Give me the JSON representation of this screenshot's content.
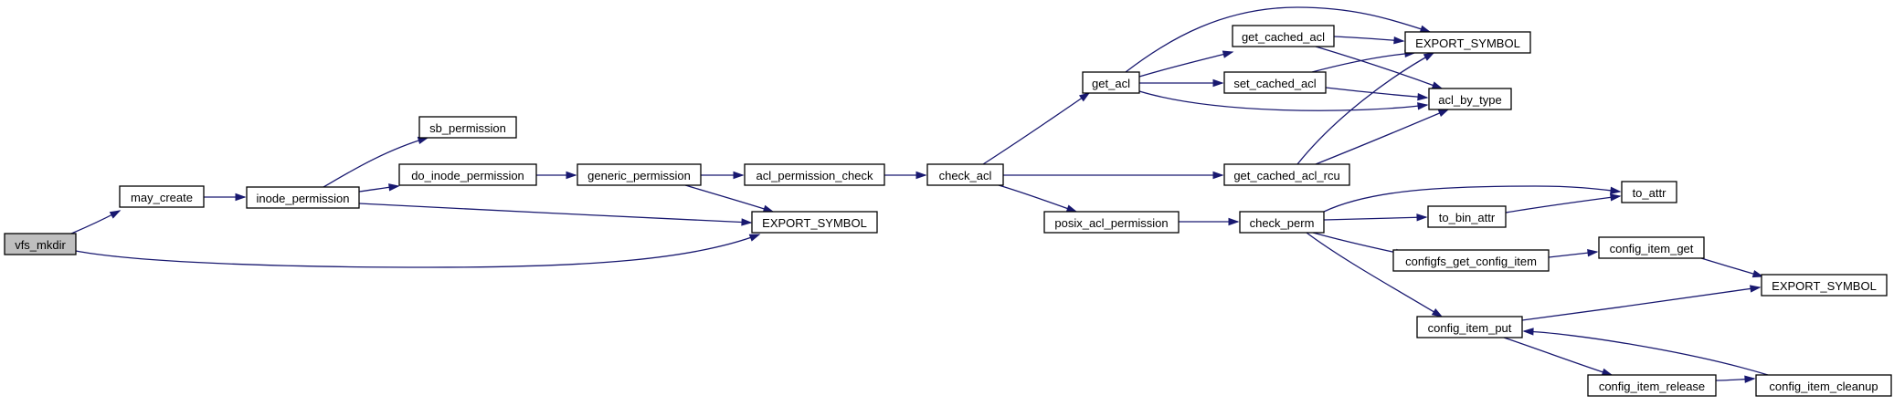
{
  "graph": {
    "nodes": [
      {
        "id": "vfs_mkdir",
        "label": "vfs_mkdir",
        "root": true
      },
      {
        "id": "may_create",
        "label": "may_create"
      },
      {
        "id": "inode_permission",
        "label": "inode_permission"
      },
      {
        "id": "sb_permission",
        "label": "sb_permission"
      },
      {
        "id": "do_inode_permission",
        "label": "do_inode_permission"
      },
      {
        "id": "generic_permission",
        "label": "generic_permission"
      },
      {
        "id": "acl_permission_check",
        "label": "acl_permission_check"
      },
      {
        "id": "export_symbol_1",
        "label": "EXPORT_SYMBOL"
      },
      {
        "id": "check_acl",
        "label": "check_acl"
      },
      {
        "id": "get_acl",
        "label": "get_acl"
      },
      {
        "id": "posix_acl_permission",
        "label": "posix_acl_permission"
      },
      {
        "id": "get_cached_acl",
        "label": "get_cached_acl"
      },
      {
        "id": "set_cached_acl",
        "label": "set_cached_acl"
      },
      {
        "id": "get_cached_acl_rcu",
        "label": "get_cached_acl_rcu"
      },
      {
        "id": "check_perm",
        "label": "check_perm"
      },
      {
        "id": "export_symbol_2",
        "label": "EXPORT_SYMBOL"
      },
      {
        "id": "acl_by_type",
        "label": "acl_by_type"
      },
      {
        "id": "to_attr",
        "label": "to_attr"
      },
      {
        "id": "to_bin_attr",
        "label": "to_bin_attr"
      },
      {
        "id": "configfs_get_config_item",
        "label": "configfs_get_config_item"
      },
      {
        "id": "config_item_get",
        "label": "config_item_get"
      },
      {
        "id": "config_item_put",
        "label": "config_item_put"
      },
      {
        "id": "export_symbol_3",
        "label": "EXPORT_SYMBOL"
      },
      {
        "id": "config_item_cleanup",
        "label": "config_item_cleanup"
      },
      {
        "id": "config_item_release",
        "label": "config_item_release"
      }
    ],
    "edges": [
      {
        "from": "vfs_mkdir",
        "to": "may_create"
      },
      {
        "from": "vfs_mkdir",
        "to": "export_symbol_1"
      },
      {
        "from": "may_create",
        "to": "inode_permission"
      },
      {
        "from": "inode_permission",
        "to": "sb_permission"
      },
      {
        "from": "inode_permission",
        "to": "do_inode_permission"
      },
      {
        "from": "inode_permission",
        "to": "export_symbol_1"
      },
      {
        "from": "do_inode_permission",
        "to": "generic_permission"
      },
      {
        "from": "generic_permission",
        "to": "acl_permission_check"
      },
      {
        "from": "generic_permission",
        "to": "export_symbol_1"
      },
      {
        "from": "acl_permission_check",
        "to": "check_acl"
      },
      {
        "from": "check_acl",
        "to": "get_acl"
      },
      {
        "from": "check_acl",
        "to": "get_cached_acl_rcu"
      },
      {
        "from": "check_acl",
        "to": "posix_acl_permission"
      },
      {
        "from": "get_acl",
        "to": "get_cached_acl"
      },
      {
        "from": "get_acl",
        "to": "export_symbol_2"
      },
      {
        "from": "get_acl",
        "to": "set_cached_acl"
      },
      {
        "from": "get_acl",
        "to": "acl_by_type"
      },
      {
        "from": "get_cached_acl",
        "to": "export_symbol_2"
      },
      {
        "from": "get_cached_acl",
        "to": "acl_by_type"
      },
      {
        "from": "set_cached_acl",
        "to": "export_symbol_2"
      },
      {
        "from": "set_cached_acl",
        "to": "acl_by_type"
      },
      {
        "from": "get_cached_acl_rcu",
        "to": "export_symbol_2"
      },
      {
        "from": "get_cached_acl_rcu",
        "to": "acl_by_type"
      },
      {
        "from": "posix_acl_permission",
        "to": "check_perm"
      },
      {
        "from": "check_perm",
        "to": "to_attr"
      },
      {
        "from": "check_perm",
        "to": "to_bin_attr"
      },
      {
        "from": "check_perm",
        "to": "configfs_get_config_item"
      },
      {
        "from": "check_perm",
        "to": "config_item_put"
      },
      {
        "from": "to_bin_attr",
        "to": "to_attr"
      },
      {
        "from": "configfs_get_config_item",
        "to": "config_item_get"
      },
      {
        "from": "config_item_get",
        "to": "export_symbol_3"
      },
      {
        "from": "config_item_put",
        "to": "export_symbol_3"
      },
      {
        "from": "config_item_put",
        "to": "config_item_release"
      },
      {
        "from": "config_item_release",
        "to": "config_item_cleanup"
      },
      {
        "from": "config_item_cleanup",
        "to": "config_item_put"
      }
    ]
  }
}
